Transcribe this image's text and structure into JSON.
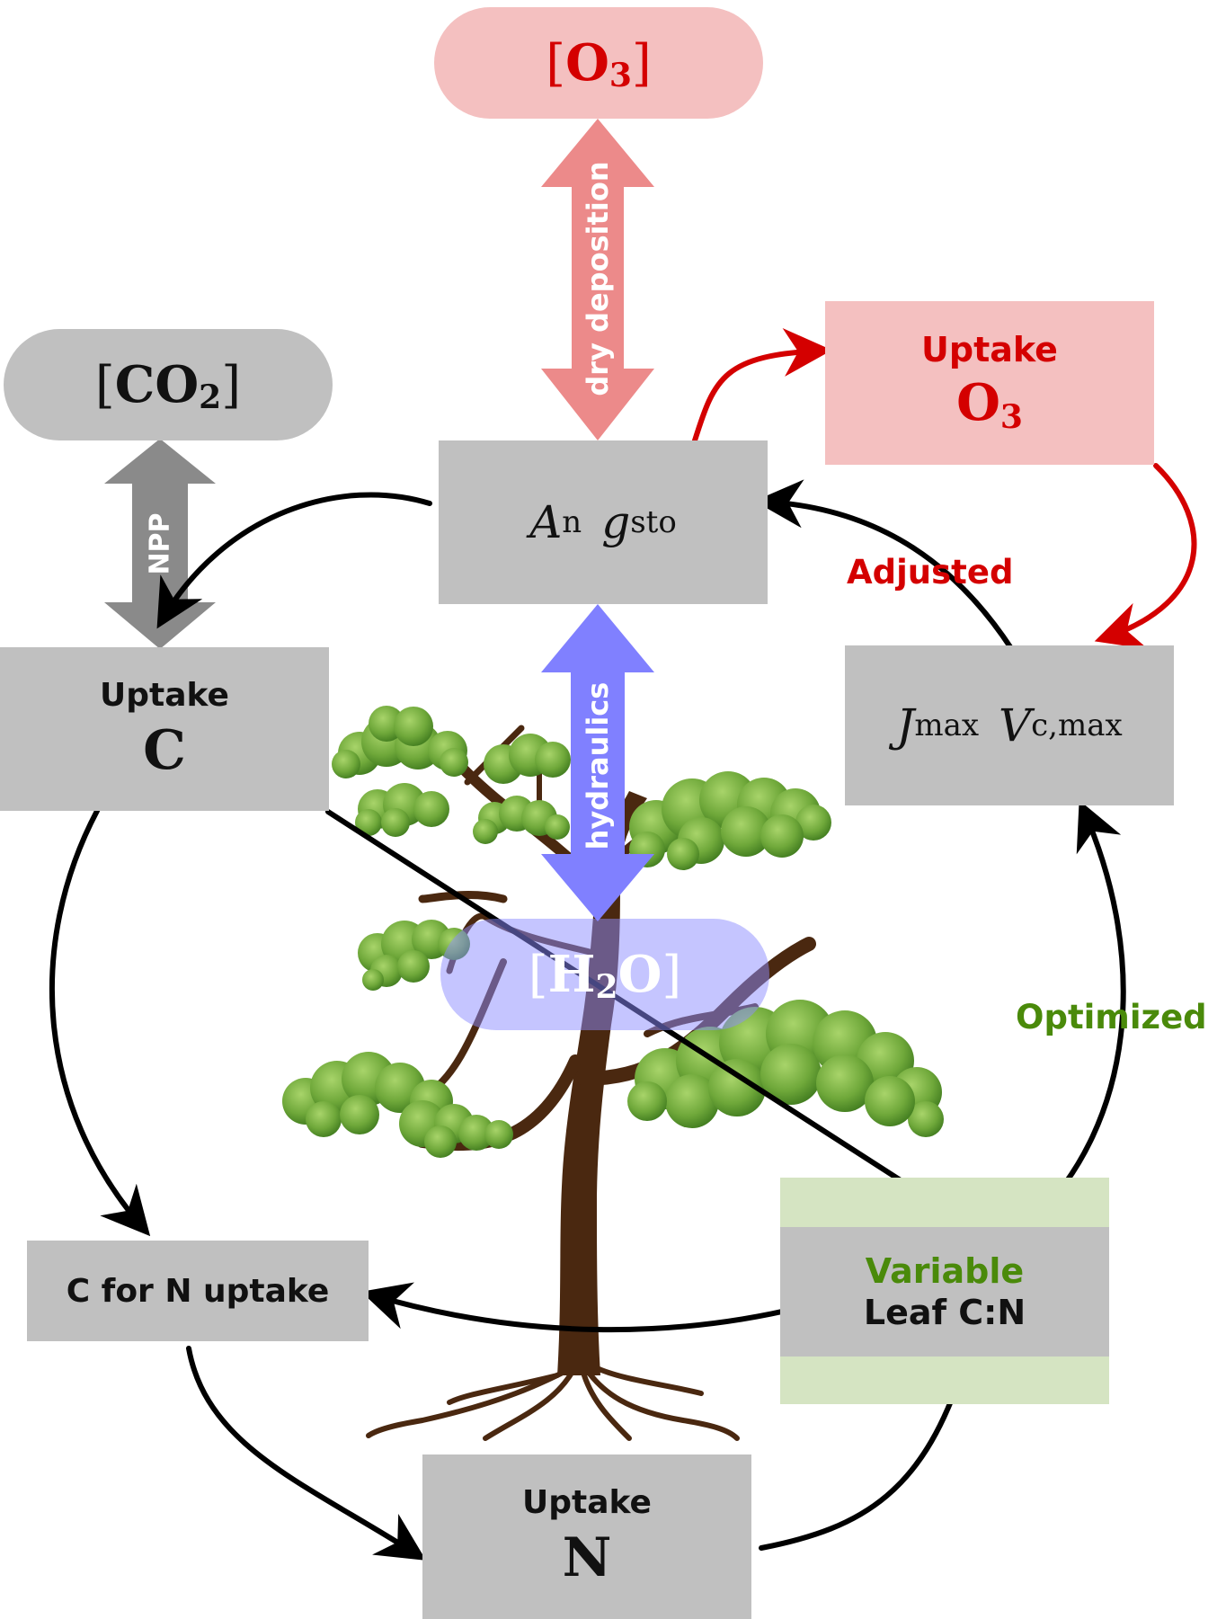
{
  "nodes": {
    "o3_conc": {
      "open": "[",
      "main": "O",
      "sub": "3",
      "close": "]"
    },
    "co2_conc": {
      "open": "[",
      "main": "CO",
      "sub": "2",
      "close": "]"
    },
    "h2o_conc": {
      "open": "[",
      "main": "H",
      "sub": "2",
      "main2": "O",
      "close": "]"
    },
    "an_gsto": {
      "a": "A",
      "a_sub": "n",
      "g": "g",
      "g_sub": "sto"
    },
    "uptake_o3": {
      "title": "Uptake",
      "main": "O",
      "sub": "3"
    },
    "uptake_c": {
      "title": "Uptake",
      "main": "C"
    },
    "jmax_vcmax": {
      "j": "J",
      "j_sub": "max",
      "v": "V",
      "v_sub": "c,max"
    },
    "c_for_n": {
      "label": "C for N uptake"
    },
    "variable_leaf": {
      "line1": "Variable",
      "line2": "Leaf C:N"
    },
    "uptake_n": {
      "title": "Uptake",
      "main": "N"
    }
  },
  "arrow_labels": {
    "dry_deposition": "dry deposition",
    "npp": "NPP",
    "hydraulics": "hydraulics",
    "adjusted": "Adjusted",
    "optimized": "Optimized"
  },
  "colors": {
    "box_grey": "#c0c0c0",
    "o3_pink": "#f4c0c0",
    "o3_red": "#d40000",
    "dry_dep_arrow": "#ec8a8a",
    "npp_arrow": "#8a8a8a",
    "water_blue": "#8080ff",
    "water_pill": "#c2c2ff",
    "green_text": "#4a8a0a",
    "green_band": "#d5e4c2",
    "trunk": "#4a2810",
    "foliage": "#7cb342"
  }
}
